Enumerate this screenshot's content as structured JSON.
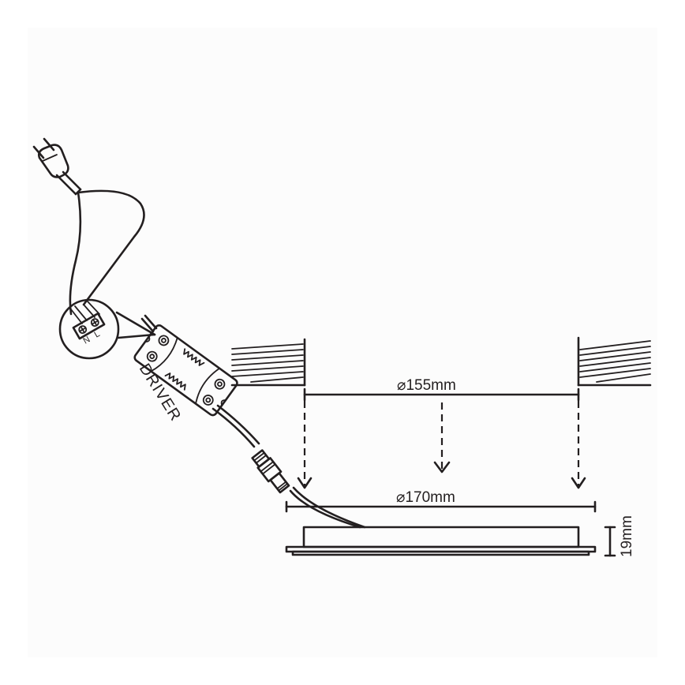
{
  "diagram": {
    "title": "LED recessed panel installation diagram",
    "colors": {
      "line": "#231f20",
      "background": "#fcfcfc",
      "margin": "#ffffff"
    },
    "components": {
      "plug": {
        "icon": "euro-plug-icon"
      },
      "terminal_block": {
        "left_label": "N",
        "right_label": "L"
      },
      "driver": {
        "label": "DRIVER"
      },
      "connector": {
        "icon": "dc-barrel-connector-icon"
      }
    },
    "dimensions": {
      "cutout": {
        "symbol": "⌀",
        "value": "155mm",
        "text": "⌀155mm"
      },
      "outer": {
        "symbol": "⌀",
        "value": "170mm",
        "text": "⌀170mm"
      },
      "height": {
        "value": "19mm",
        "text": "19mm"
      }
    },
    "arrows": {
      "count": 3,
      "style": "dashed-down"
    }
  }
}
